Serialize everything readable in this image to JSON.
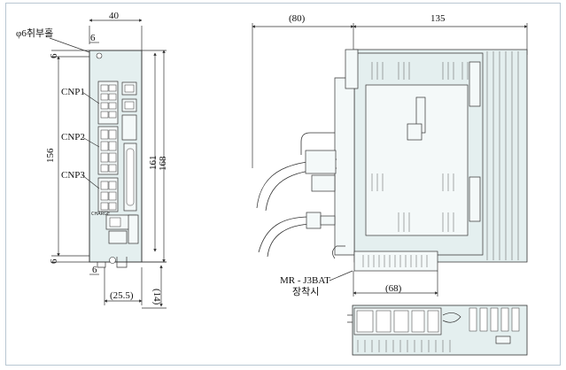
{
  "front_view": {
    "width_top": "40",
    "hole_label": "φ6취부홀",
    "hole_offset": "6",
    "top_margin": "6",
    "height_total": "156",
    "height_inner": "161",
    "height_outer": "168",
    "bottom_margin": "6",
    "bottom_offset": "6",
    "bottom_width": "(25.5)",
    "bottom_depth": "(14)",
    "connectors": [
      "CNP1",
      "CNP2",
      "CNP3"
    ]
  },
  "side_view": {
    "depth_cable": "(80)",
    "depth_body": "135",
    "battery_label": "MR - J3BAT",
    "battery_sub": "장착시",
    "battery_depth": "(68)"
  }
}
